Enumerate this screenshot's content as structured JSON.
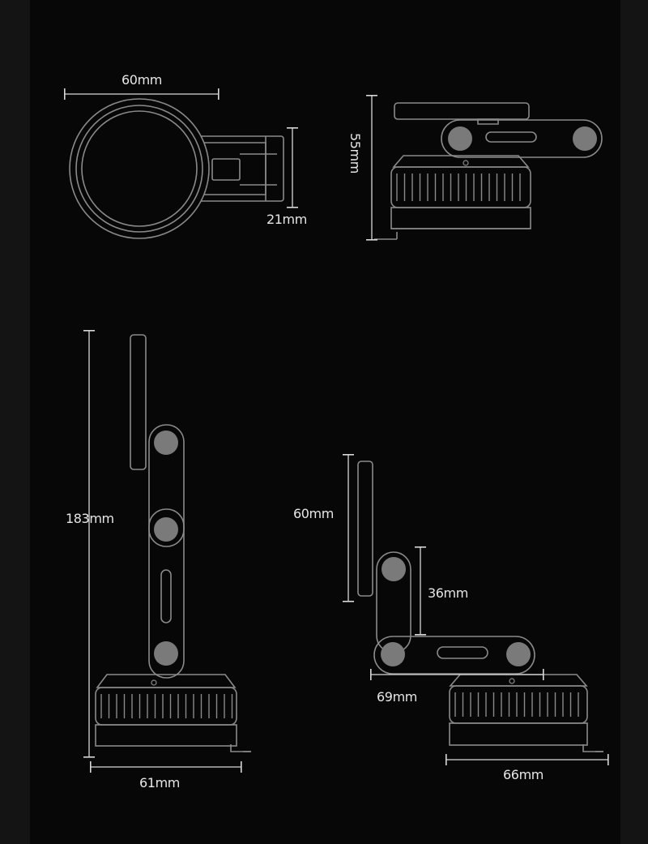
{
  "colors": {
    "background": "#070707",
    "outer": "#141414",
    "outline": "#8a8a8a",
    "dimension_line": "#d8d8d8",
    "joint_fill": "#7a7a7a",
    "text": "#e6e6e6"
  },
  "dimensions": {
    "top_view_width": "60mm",
    "top_view_arm_width": "21mm",
    "side_folded_height": "55mm",
    "tall_height": "183mm",
    "tall_base_width": "61mm",
    "angled_plate_height": "60mm",
    "angled_arm_height": "36mm",
    "angled_arm_length": "69mm",
    "angled_base_width": "66mm"
  }
}
